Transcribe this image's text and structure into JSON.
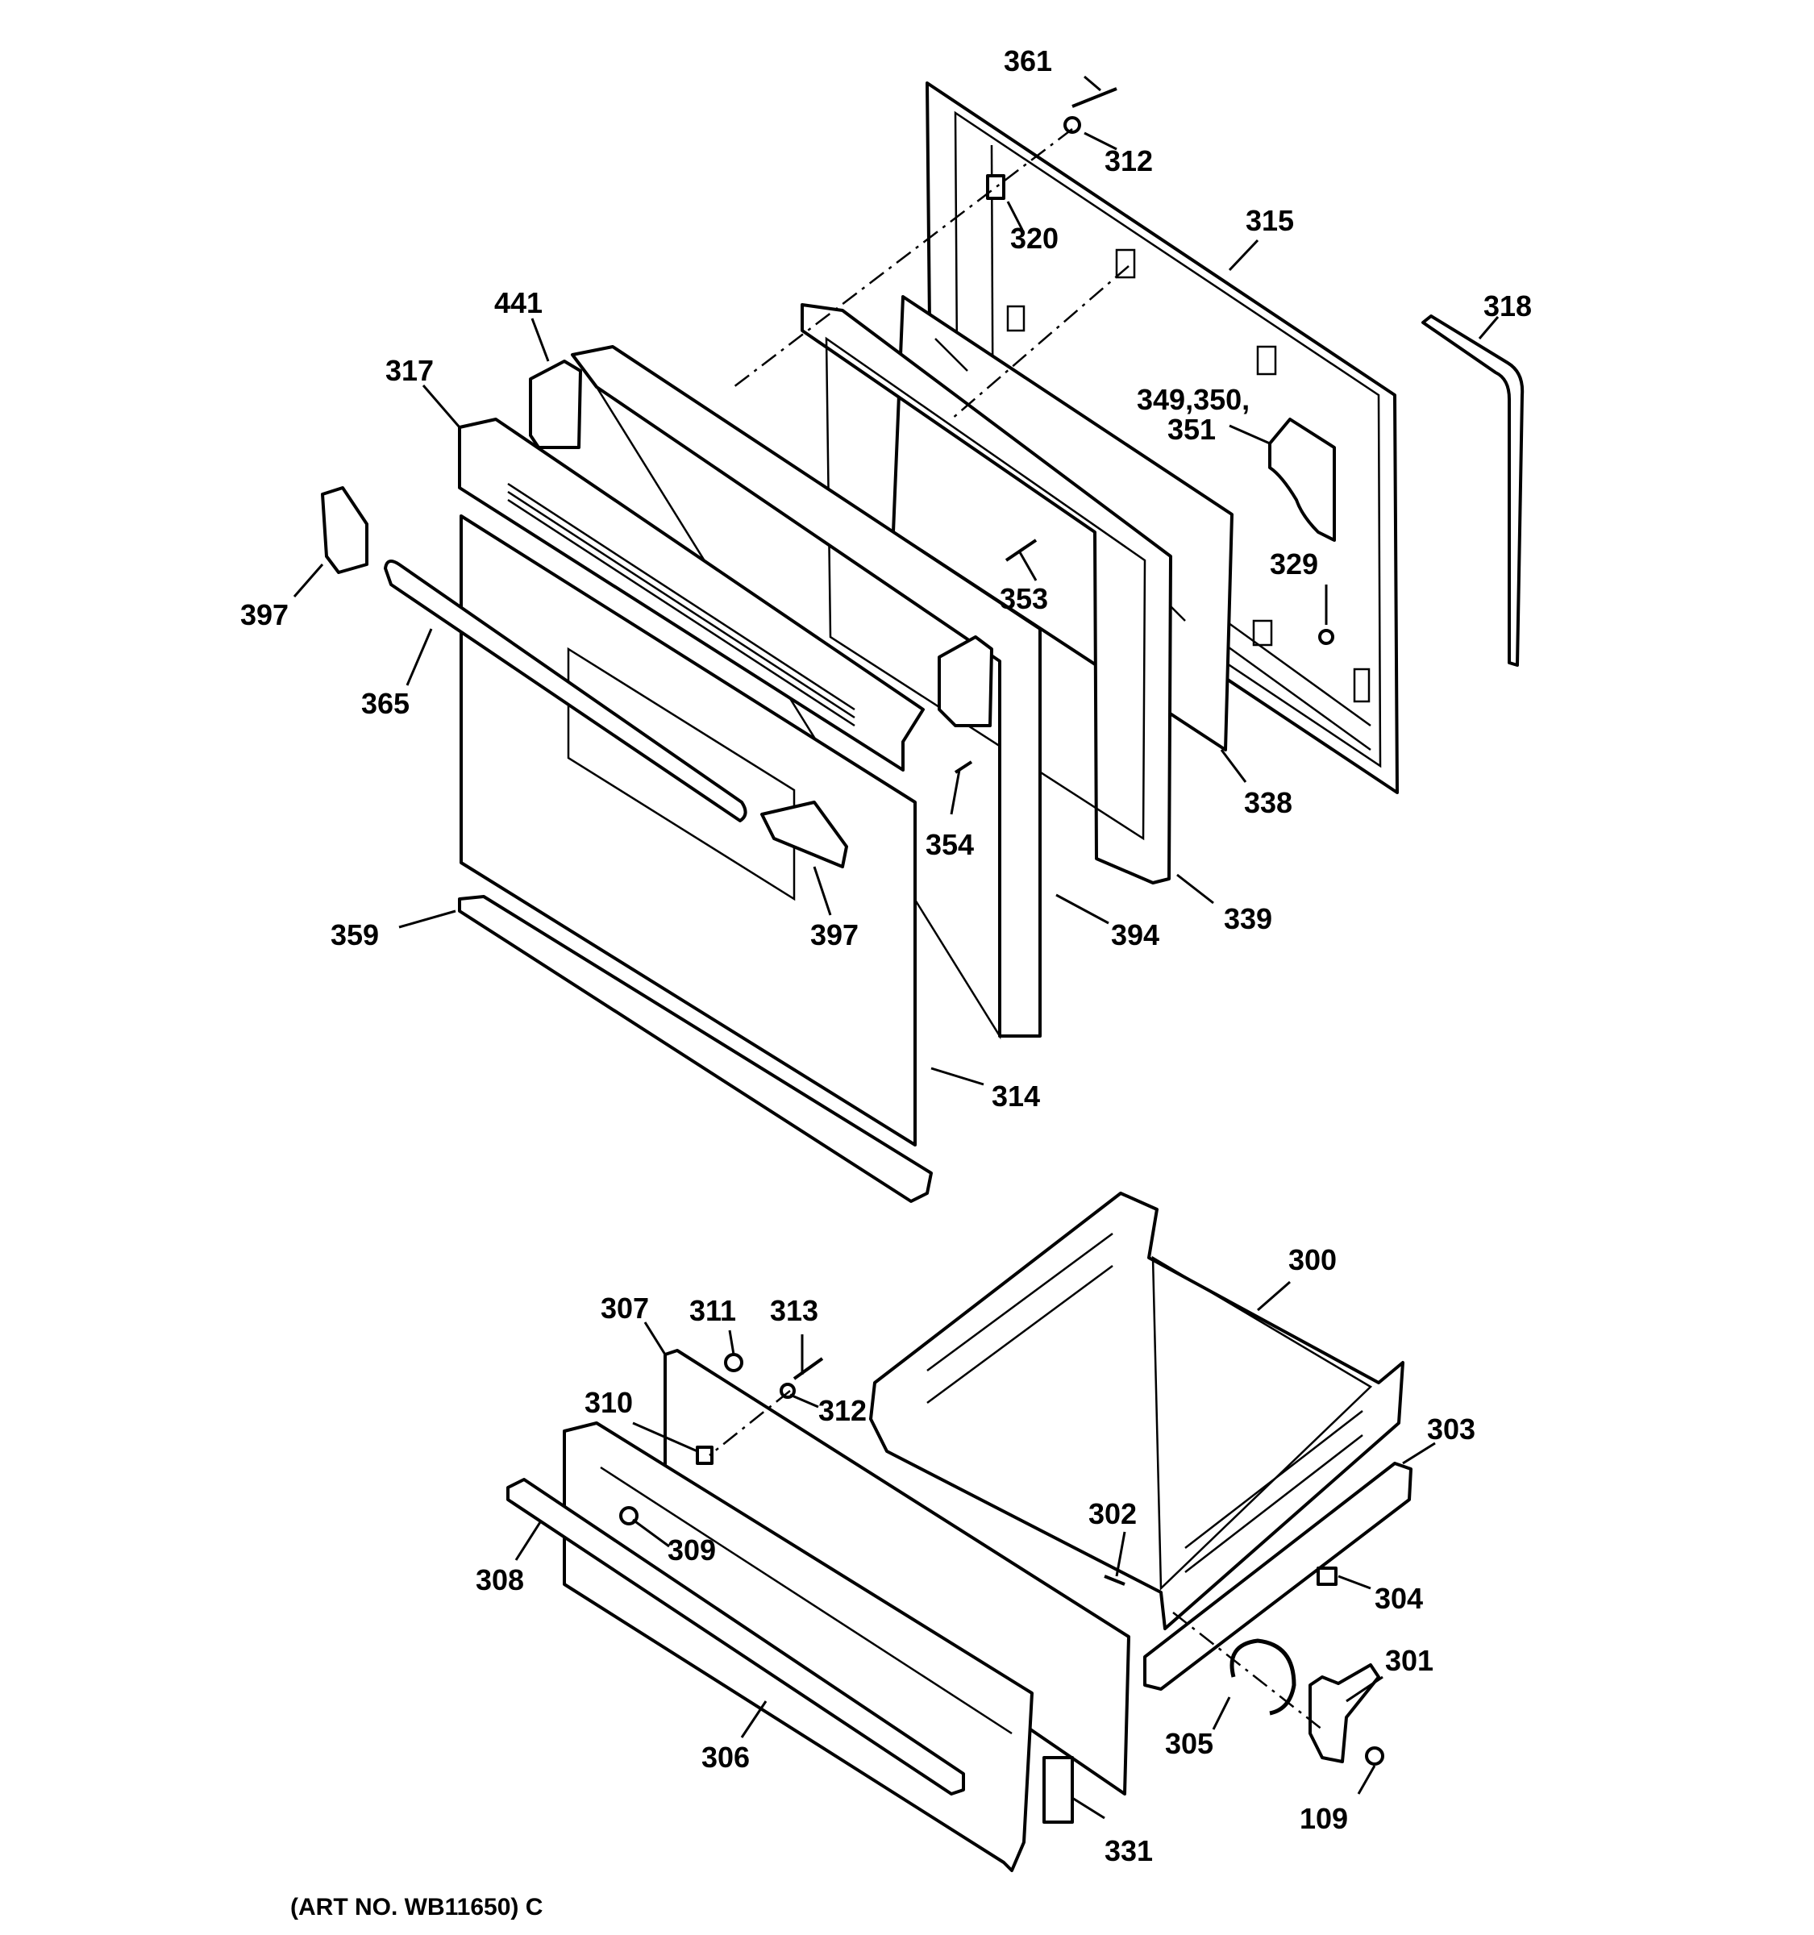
{
  "labels": {
    "p361": "361",
    "p312a": "312",
    "p320": "320",
    "p315": "315",
    "p318": "318",
    "p441": "441",
    "p317": "317",
    "p349": "349,350,",
    "p351": "351",
    "p329": "329",
    "p397a": "397",
    "p353": "353",
    "p365": "365",
    "p338": "338",
    "p354": "354",
    "p339": "339",
    "p397b": "397",
    "p394": "394",
    "p359": "359",
    "p314": "314",
    "p300": "300",
    "p307": "307",
    "p311": "311",
    "p313": "313",
    "p312b": "312",
    "p310": "310",
    "p303": "303",
    "p302": "302",
    "p309": "309",
    "p308": "308",
    "p304": "304",
    "p301": "301",
    "p305": "305",
    "p306": "306",
    "p109": "109",
    "p331": "331"
  },
  "footer": {
    "art_number": "(ART NO. WB11650) C"
  }
}
